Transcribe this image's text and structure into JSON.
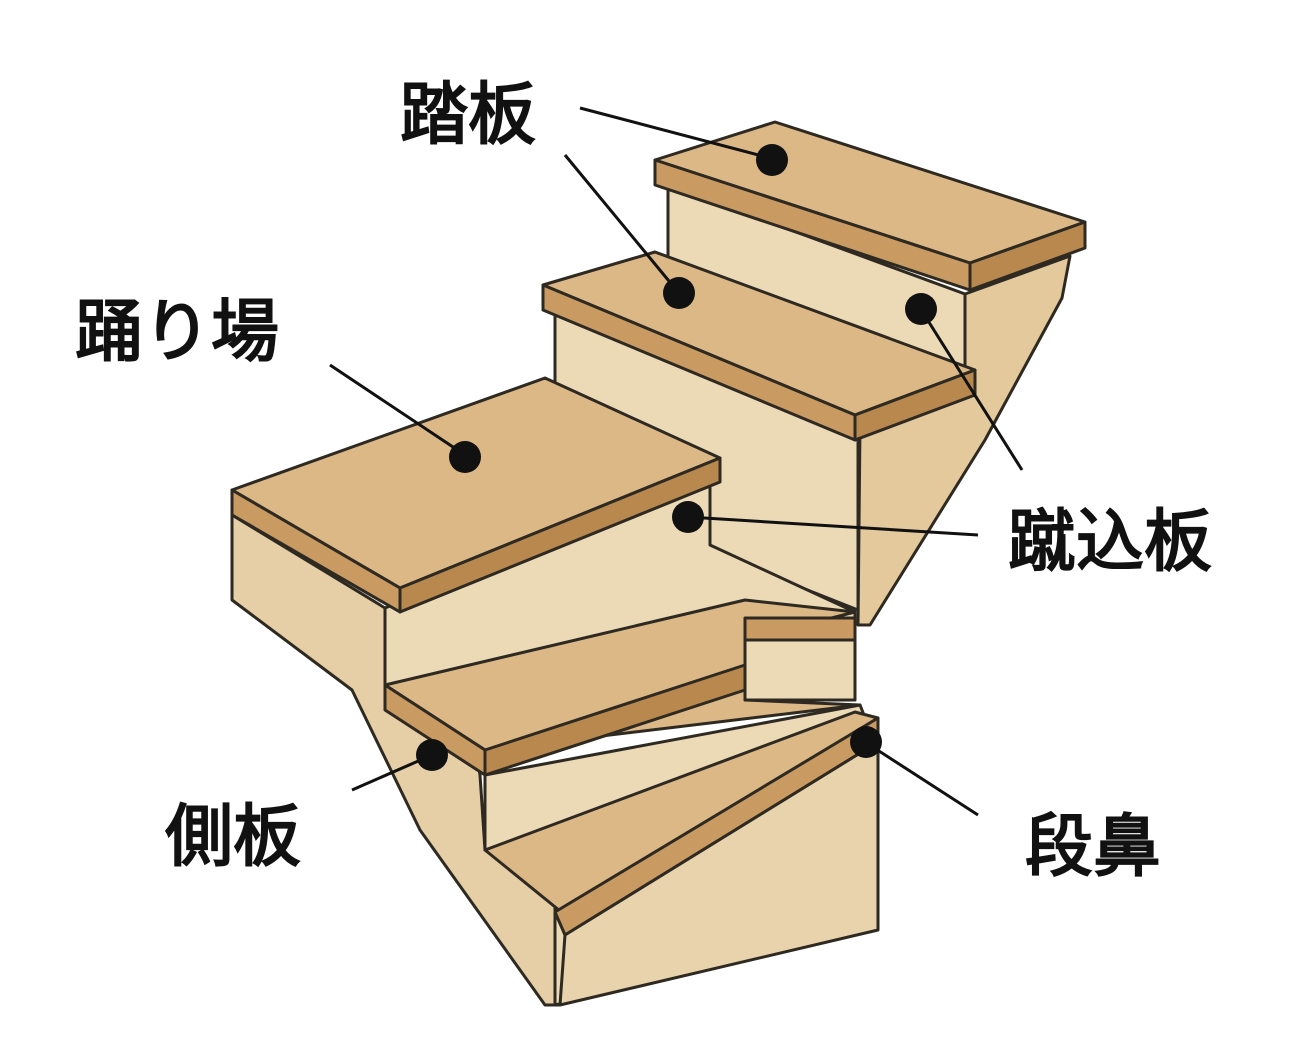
{
  "labels": {
    "tread": "踏板",
    "landing": "踊り場",
    "riser": "蹴込板",
    "stringer": "側板",
    "nosing": "段鼻"
  },
  "colors": {
    "tread_top": "#dcb886",
    "tread_edge": "#c99b63",
    "riser_face": "#ecd9b6",
    "side_face": "#e4cba0",
    "stringer_face": "#e6cfa6",
    "outline": "#2e2a22",
    "marker": "#111111"
  }
}
